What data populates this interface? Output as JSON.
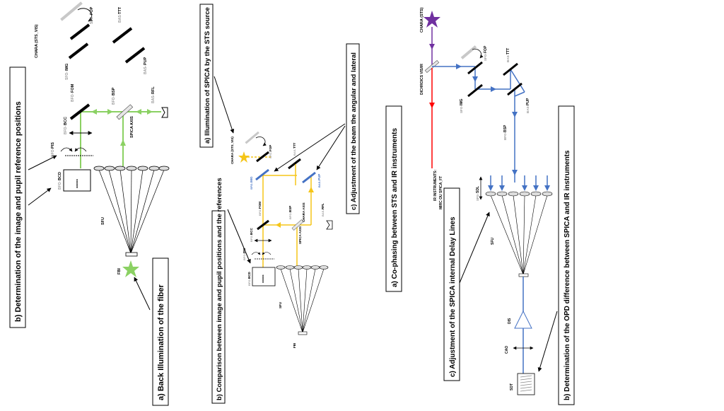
{
  "colors": {
    "green": "#8bd163",
    "yellow": "#f5c518",
    "purple": "#7030a0",
    "red": "#ff0000",
    "blue": "#4472c4",
    "gray": "#a0a0a0",
    "black": "#000000"
  },
  "panels": {
    "left": {
      "title_b": "b) Determination of the image and pupil reference positions",
      "title_a": "a) Back Illumination of the fiber",
      "labels": {
        "chara": "CHARA (STS_VIS)",
        "fop_pre": "SFO-",
        "fop": "FOP",
        "ttt_pre": "BAS-",
        "ttt": "TTT",
        "img_pre": "SFO-",
        "img": "IMG",
        "pup_pre": "BAS-",
        "pup": "PUP",
        "fom_pre": "BFO-",
        "fom": "FOM",
        "bsp_pre": "BFO-",
        "bsp": "BSP",
        "rfl_pre": "BAS-",
        "rfl": "RFL",
        "bcc_pre": "BFO-",
        "bcc": "BCC",
        "pis_pre": "BFO-",
        "pis": "PIS",
        "bcd_pre": "BFO-",
        "bcd": "BCD",
        "spica_axis": "SPICA AXIS",
        "sfu": "SFU",
        "fbi": "FBI",
        "stars": "******"
      }
    },
    "middle": {
      "title_a": "a) Illumination of SPICA by the STS source",
      "title_b": "b) Comparison between image and pupil positions and the references",
      "title_c": "c) Adjustment of the beam the angular and lateral",
      "labels": {
        "chara": "CHARA (STS_VIS)",
        "fop_pre": "SFO-",
        "fop": "FOP",
        "ttt_pre": "BAS-",
        "ttt": "TTT",
        "img_pre": "SFO-",
        "img": "IMG",
        "pup_pre": "BAS-",
        "pup": "PUP",
        "fom_pre": "BFO-",
        "fom": "FOM",
        "bsp_pre": "BFO-",
        "bsp": "BSP",
        "chara_axis": "CHARA AXIS",
        "spica_axis": "SPICA AXIS",
        "rfl_pre": "BAS-",
        "rfl": "RFL",
        "bcc_pre": "BFO-",
        "bcc": "BCC",
        "pis_pre": "BFO-",
        "pis": "PIS",
        "bcd_pre": "BFO-",
        "bcd": "BCD",
        "sfu": "SFU",
        "fbi": "FBI",
        "stars": "******"
      }
    },
    "right": {
      "title_a": "a) Co-phasing between STS and IR instruments",
      "title_c": "c) Adjustment of the SPICA internal Delay Lines",
      "title_b": "b) Determination of the OPD difference between SPICA and IR instruments",
      "labels": {
        "chara": "CHARA (STS)",
        "dichroics": "DICHROICS VIS/IR",
        "fop_pre": "SFO-",
        "fop": "FOP",
        "ttt_pre": "BAS-",
        "ttt": "TTT",
        "img_pre": "SFO-",
        "img": "IMG",
        "pup_pre": "BAS-",
        "pup": "PUP",
        "bsp_pre": "BFO-",
        "bsp": "BSP",
        "ir_line1": "IR INSTRUMENTS:",
        "ir_line2": "MIRC OU SPICA_FT",
        "sdl_pre": "SPS-",
        "sdl": "SDL",
        "sfu": "SFU",
        "dis": "DIS",
        "cao": "CAO",
        "sdt": "SDT"
      }
    }
  }
}
